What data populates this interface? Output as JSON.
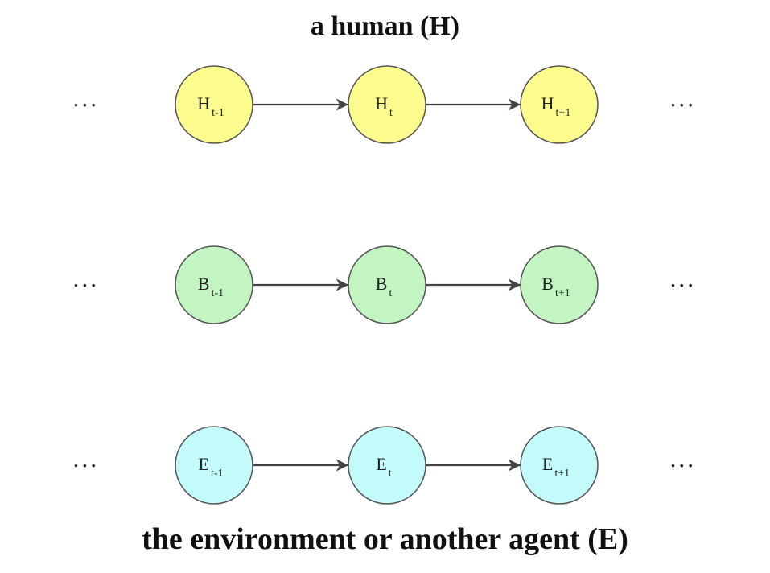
{
  "title_top": "a human (H)",
  "title_bottom": "the environment or another agent (E)",
  "ellipsis": "...",
  "colors": {
    "H": "#fbfb8e",
    "B": "#c3f5c3",
    "E": "#c2fbfa",
    "stroke": "#555555",
    "arrow": "#444444"
  },
  "rows": [
    {
      "id": "H",
      "nodes": [
        {
          "base": "H",
          "sub": "t-1"
        },
        {
          "base": "H",
          "sub": "t"
        },
        {
          "base": "H",
          "sub": "t+1"
        }
      ]
    },
    {
      "id": "B",
      "nodes": [
        {
          "base": "B",
          "sub": "t-1"
        },
        {
          "base": "B",
          "sub": "t"
        },
        {
          "base": "B",
          "sub": "t+1"
        }
      ]
    },
    {
      "id": "E",
      "nodes": [
        {
          "base": "E",
          "sub": "t-1"
        },
        {
          "base": "E",
          "sub": "t"
        },
        {
          "base": "E",
          "sub": "t+1"
        }
      ]
    }
  ]
}
